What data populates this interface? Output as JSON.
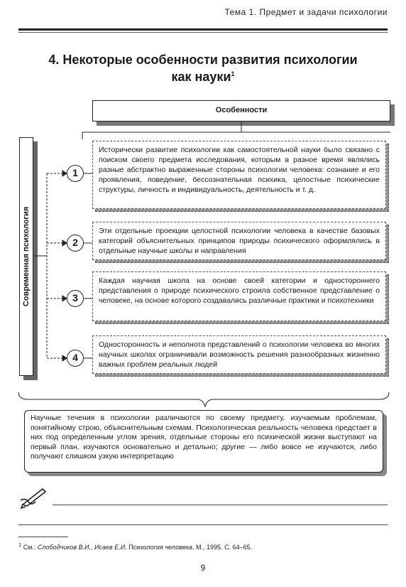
{
  "header": {
    "running_title": "Тема 1. Предмет и задачи психологии"
  },
  "title": {
    "line1": "4. Некоторые особенности развития психологии",
    "line2": "как науки",
    "footnote_mark": "1"
  },
  "features_box": {
    "label": "Особенности"
  },
  "side_label": "Современная психология",
  "items": [
    {
      "number": "1",
      "text": "Исторически развитие психологии как самостоятельной науки было связано с поиском своего предмета исследования, которым в разное время являлись разные абстрактно выраженные стороны психологии человека: сознание и его проявления, поведение, бессознательная психика, целостные психические структуры, личность и индивидуальность, деятельность и т. д."
    },
    {
      "number": "2",
      "text": "Эти отдельные проекции целостной психологии человека в качестве базовых категорий объяснительных принципов природы психического оформлялись в отдельные научные школы и направления"
    },
    {
      "number": "3",
      "text": "Каждая научная школа на основе своей категории и одностороннего представления о природе психического строила собственное представление о человеке, на основе которого создавались различные практики и психотехники"
    },
    {
      "number": "4",
      "text": "Односторонность и неполнота представлений о психологии человека во многих научных школах ограничивали возможность решения разнообразных жизненно важных проблем реальных людей"
    }
  ],
  "summary": "Научные течения в психологии различаются по своему предмету, изучаемым проблемам, понятийному строю, объяснительным схемам. Психологическая реальность человека предстает в них под определенным углом зрения, отдельные стороны его психической жизни выступают на первый план, изучаются основательно и детально; другие — либо вовсе не изучаются, либо получают слишком узкую интерпретацию",
  "footnote": {
    "mark": "1",
    "prefix": "См.:",
    "authors": "Слободчиков В.И., Исаев Е.И.",
    "work": "Психология человека.",
    "imprint": "М., 1995. С. 64–65."
  },
  "page_number": "9"
}
